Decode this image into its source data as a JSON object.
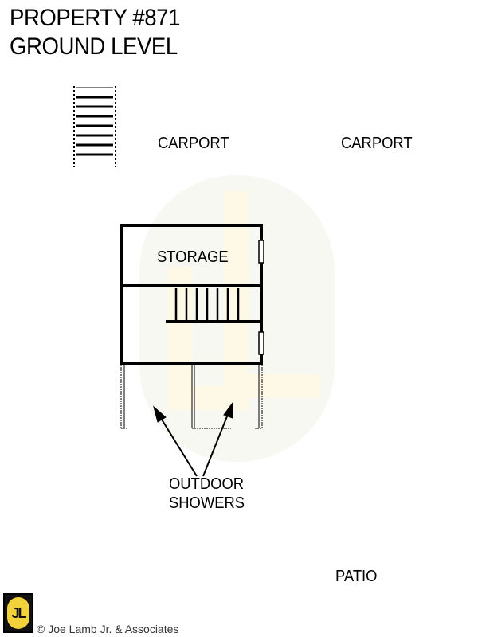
{
  "header": {
    "title_line1": "PROPERTY #871",
    "title_line2": "GROUND LEVEL"
  },
  "rooms": {
    "carport_left": "CARPORT",
    "carport_right": "CARPORT",
    "storage": "STORAGE",
    "outdoor_showers_line1": "OUTDOOR",
    "outdoor_showers_line2": "SHOWERS",
    "patio": "PATIO"
  },
  "footer": {
    "logo_text": "JL",
    "copyright": "© Joe Lamb Jr. & Associates"
  },
  "colors": {
    "line": "#000000",
    "watermark": "#f2d23a",
    "logo_bg": "#111111"
  }
}
